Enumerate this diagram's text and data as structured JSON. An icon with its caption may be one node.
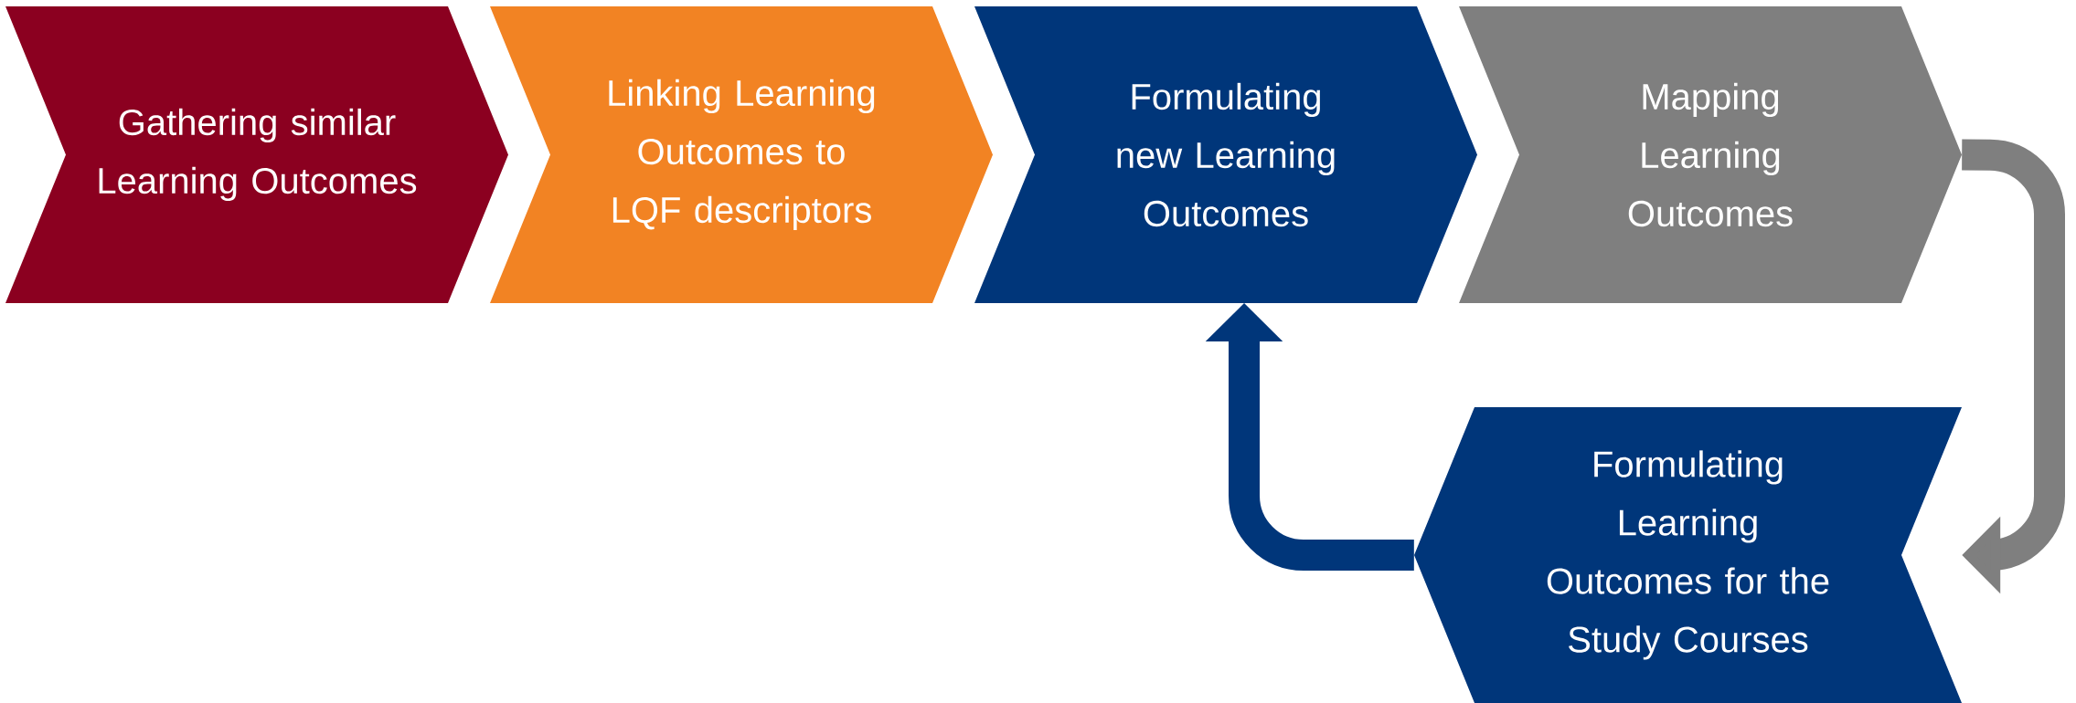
{
  "diagram": {
    "nodes": [
      {
        "text": [
          "Gathering similar Learning Outcomes"
        ]
      },
      {
        "text": [
          "Linking Learning Outcomes to LQF descriptors"
        ]
      },
      {
        "text": [
          "Formulating new Learning Outcomes"
        ]
      },
      {
        "text": [
          "Mapping Learning Outcomes"
        ]
      },
      {
        "text": [
          "Formulating Learning Outcomes for the Study Courses"
        ]
      }
    ],
    "edges": [
      {
        "from": 3,
        "to": 4,
        "arrow": "to",
        "color": "#7f7f7f"
      },
      {
        "from": 4,
        "to": 2,
        "arrow": "to",
        "color": "#00367a"
      }
    ]
  }
}
